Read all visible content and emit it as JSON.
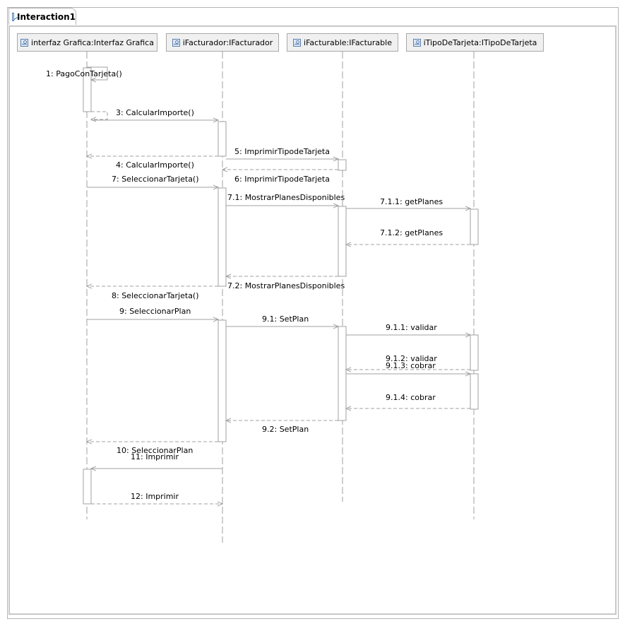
{
  "window": {
    "tab_title": "Interaction1"
  },
  "lifelines": [
    {
      "id": "gui",
      "label": "interfaz Grafica:Interfaz Grafica"
    },
    {
      "id": "fact",
      "label": "iFacturador:IFacturador"
    },
    {
      "id": "facb",
      "label": "iFacturable:IFacturable"
    },
    {
      "id": "tipo",
      "label": "iTipoDeTarjeta:ITipoDeTarjeta"
    }
  ],
  "messages": [
    {
      "label": "1: PagoConTarjeta()",
      "kind": "self"
    },
    {
      "label": "3: CalcularImporte()",
      "kind": "call"
    },
    {
      "label": "4: CalcularImporte()",
      "kind": "return"
    },
    {
      "label": "5: ImprimirTipodeTarjeta",
      "kind": "call"
    },
    {
      "label": "6: ImprimirTipodeTarjeta",
      "kind": "return"
    },
    {
      "label": "7: SeleccionarTarjeta()",
      "kind": "call"
    },
    {
      "label": "7.1: MostrarPlanesDisponibles",
      "kind": "call"
    },
    {
      "label": "7.1.1: getPlanes",
      "kind": "call"
    },
    {
      "label": "7.1.2: getPlanes",
      "kind": "return"
    },
    {
      "label": "7.2: MostrarPlanesDisponibles",
      "kind": "return"
    },
    {
      "label": "8: SeleccionarTarjeta()",
      "kind": "return"
    },
    {
      "label": "9: SeleccionarPlan",
      "kind": "call"
    },
    {
      "label": "9.1: SetPlan",
      "kind": "call"
    },
    {
      "label": "9.1.1: validar",
      "kind": "call"
    },
    {
      "label": "9.1.2: validar",
      "kind": "return"
    },
    {
      "label": "9.1.3: cobrar",
      "kind": "call"
    },
    {
      "label": "9.1.4: cobrar",
      "kind": "return"
    },
    {
      "label": "9.2: SetPlan",
      "kind": "return"
    },
    {
      "label": "10: SeleccionarPlan",
      "kind": "return"
    },
    {
      "label": "11: Imprimir",
      "kind": "call"
    },
    {
      "label": "12: Imprimir",
      "kind": "return"
    }
  ],
  "colors": {
    "line": "#a0a0a0",
    "activation_fill": "#ffffff",
    "header_fill": "#f0f0f0"
  }
}
